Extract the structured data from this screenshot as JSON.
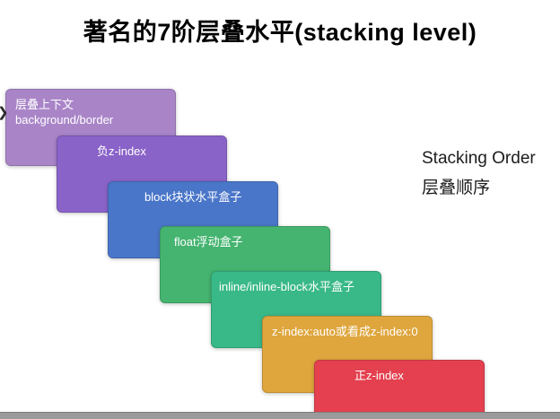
{
  "title": "著名的7阶层叠水平(stacking level)",
  "side_label": {
    "line1": "Stacking Order",
    "line2": "层叠顺序"
  },
  "nav": {
    "arrow_icon": "❯"
  },
  "layers": [
    {
      "label": "层叠上下文\nbackground/border",
      "color": "#a985c8"
    },
    {
      "label": "负z-index",
      "color": "#8a63c9"
    },
    {
      "label": "block块状水平盒子",
      "color": "#4a76c9"
    },
    {
      "label": "float浮动盒子",
      "color": "#45b470"
    },
    {
      "label": "inline/inline-block水平盒子",
      "color": "#3ab988"
    },
    {
      "label": "z-index:auto或看成z-index:0",
      "color": "#dfa63d"
    },
    {
      "label": "正z-index",
      "color": "#e4404f"
    }
  ]
}
